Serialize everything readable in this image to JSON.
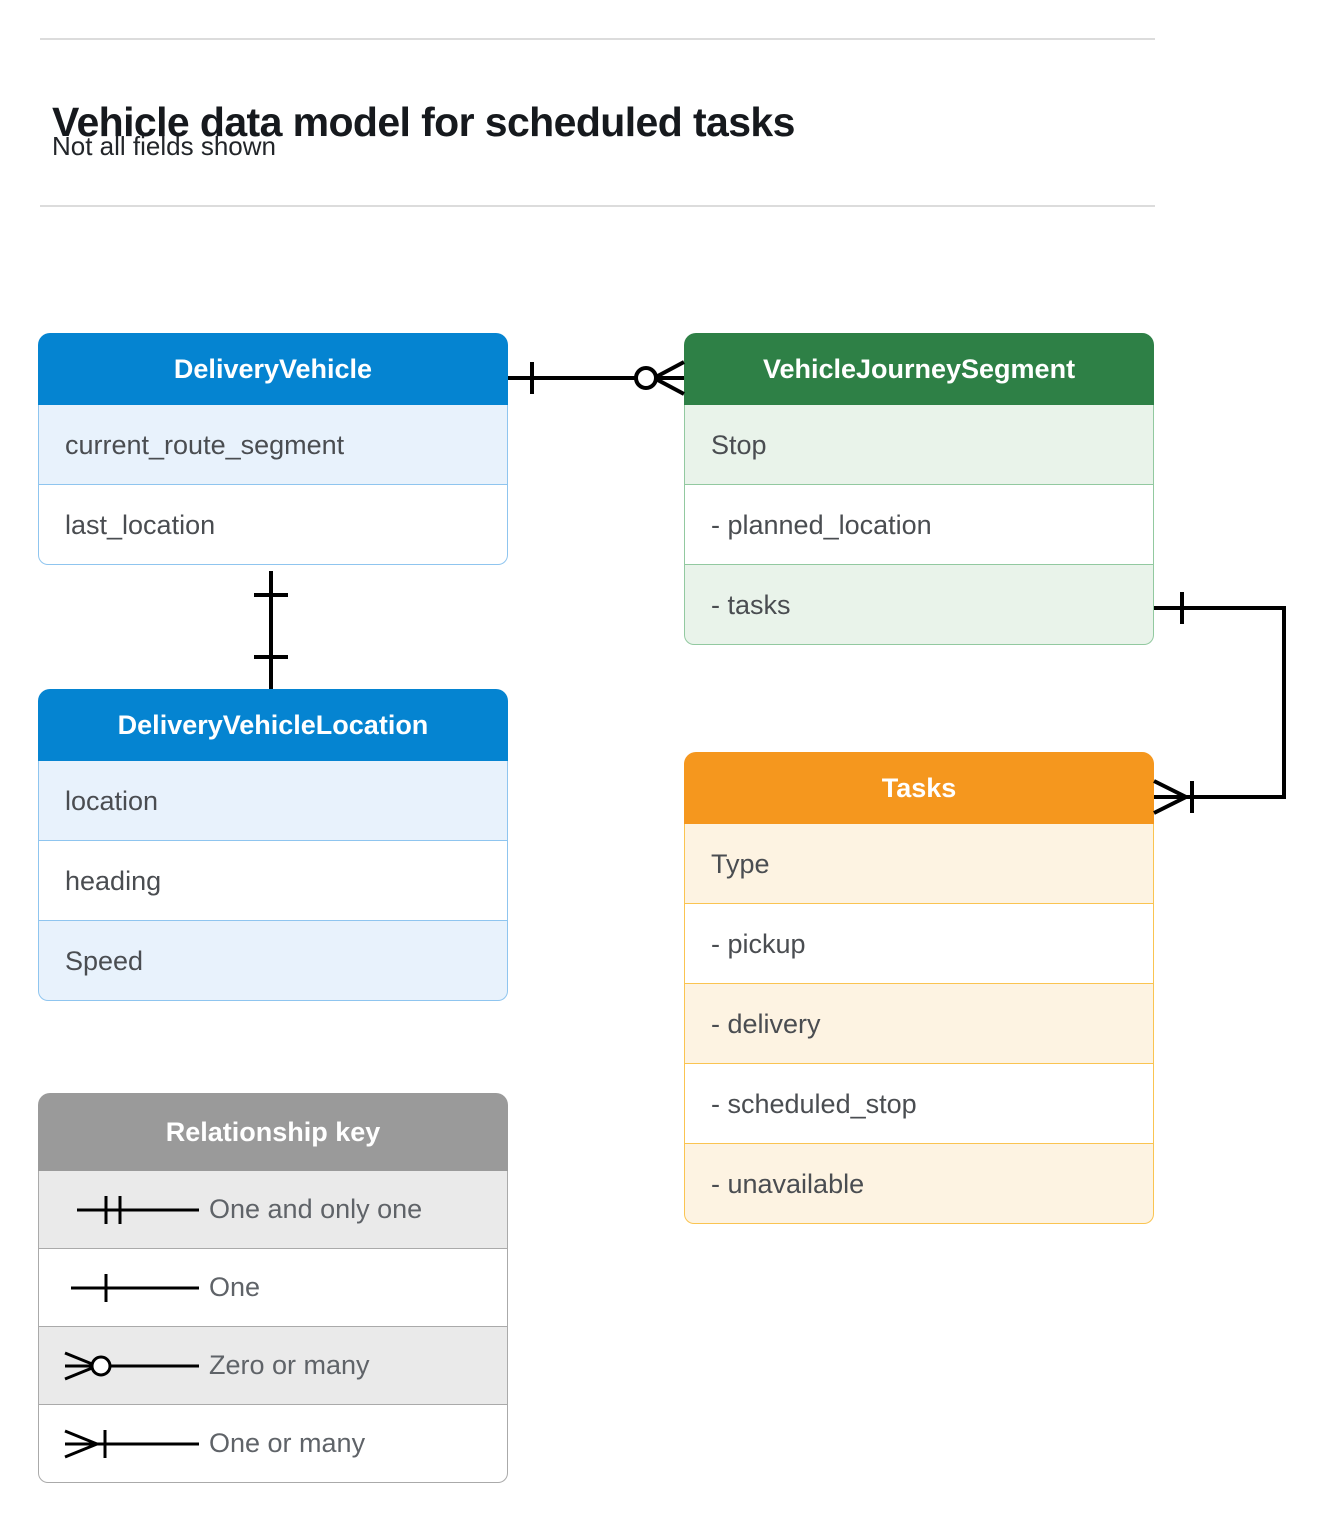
{
  "header": {
    "title": "Vehicle data model for scheduled tasks",
    "subtitle": "Not all fields shown"
  },
  "colors": {
    "blue_header": "#0584d1",
    "blue_row": "#e8f2fc",
    "blue_border": "#8fc5ef",
    "green_header": "#2e8046",
    "green_row": "#e9f3ea",
    "green_border": "#92c9a0",
    "orange_header": "#f5971e",
    "orange_row": "#fdf3e2",
    "orange_border": "#fac451",
    "gray_header": "#9a9a9a",
    "gray_row": "#eaeaea",
    "gray_border": "#aaaaaa",
    "text": "#4a4d51",
    "connector": "#000000"
  },
  "entities": {
    "delivery_vehicle": {
      "title": "DeliveryVehicle",
      "rows": [
        "current_route_segment",
        "last_location"
      ]
    },
    "vehicle_journey_segment": {
      "title": "VehicleJourneySegment",
      "rows": [
        "Stop",
        "-  planned_location",
        "- tasks"
      ]
    },
    "delivery_vehicle_location": {
      "title": "DeliveryVehicleLocation",
      "rows": [
        "location",
        "heading",
        "Speed"
      ]
    },
    "tasks": {
      "title": "Tasks",
      "rows": [
        "Type",
        "-  pickup",
        "-  delivery",
        "-  scheduled_stop",
        "-  unavailable"
      ]
    }
  },
  "legend": {
    "title": "Relationship key",
    "rows": [
      {
        "symbol": "one-and-only-one",
        "label": "One and only one"
      },
      {
        "symbol": "one",
        "label": "One"
      },
      {
        "symbol": "zero-or-many",
        "label": "Zero or many"
      },
      {
        "symbol": "one-or-many",
        "label": "One or many"
      }
    ]
  },
  "relationships": [
    {
      "name": "deliveryvehicle-to-vehiclejourneysegment",
      "from": "DeliveryVehicle",
      "to": "VehicleJourneySegment",
      "from_cardinality": "One",
      "to_cardinality": "Zero or many"
    },
    {
      "name": "deliveryvehicle-to-deliveryvehiclelocation",
      "from": "DeliveryVehicle",
      "to": "DeliveryVehicleLocation",
      "from_cardinality": "One",
      "to_cardinality": "One"
    },
    {
      "name": "vehiclejourneysegment-tasks-to-tasks",
      "from": "VehicleJourneySegment.tasks",
      "to": "Tasks",
      "from_cardinality": "One",
      "to_cardinality": "One or many"
    }
  ]
}
